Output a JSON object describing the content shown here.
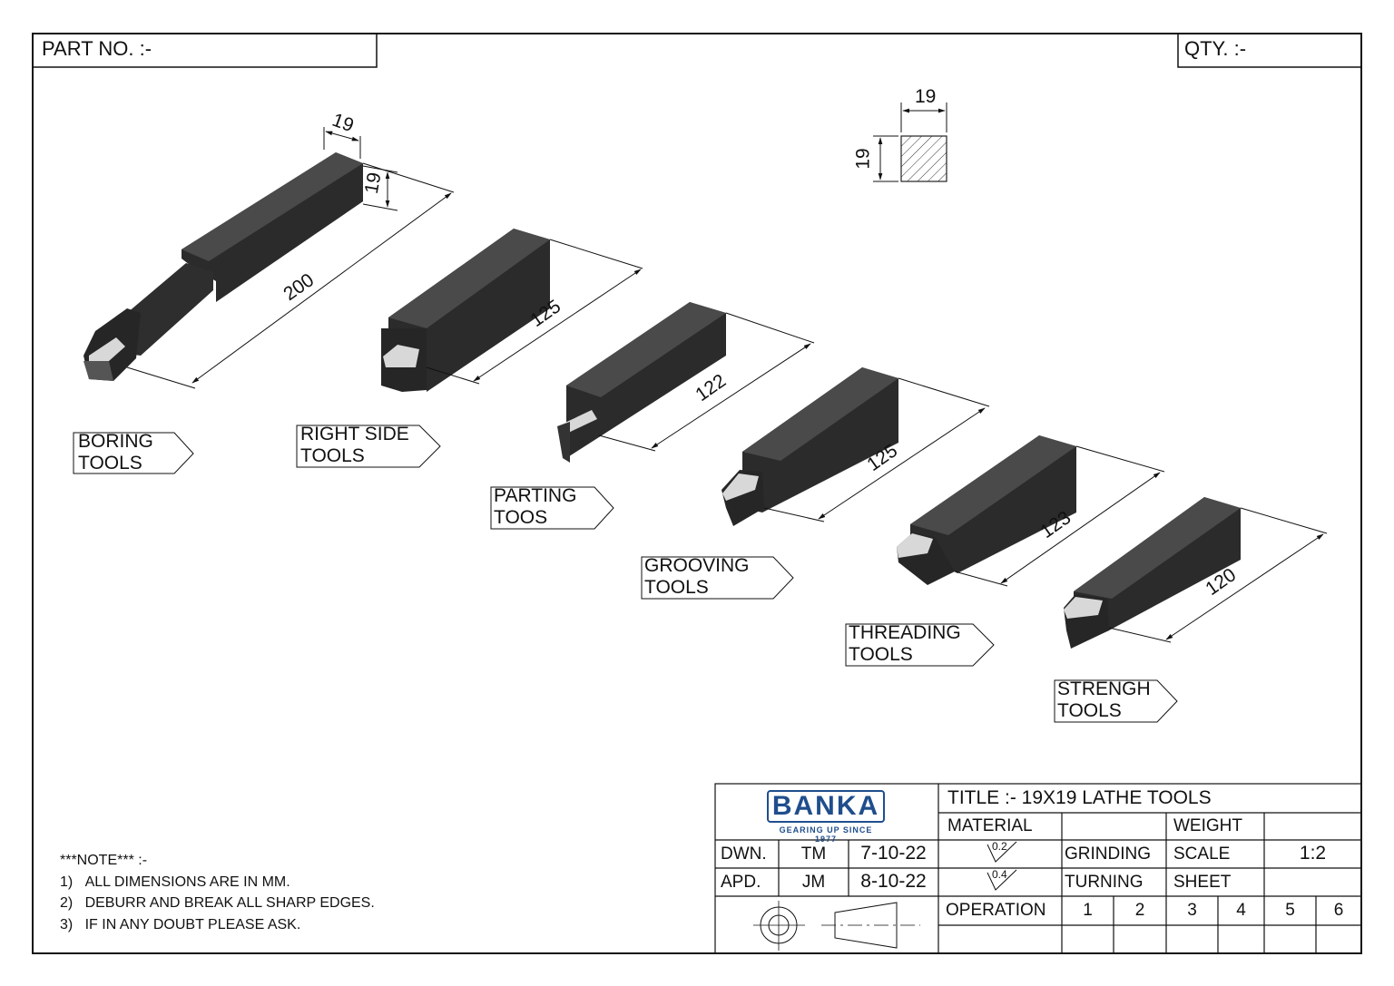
{
  "header": {
    "part_no_label": "PART NO. :-",
    "qty_label": "QTY.  :-"
  },
  "section": {
    "side": "19",
    "height": "19"
  },
  "tools": [
    {
      "id": "boring",
      "line1": "BORING",
      "line2": "TOOLS",
      "length": "200",
      "width": "19",
      "height": "19"
    },
    {
      "id": "right-side",
      "line1": "RIGHT SIDE",
      "line2": "TOOLS",
      "length": "125"
    },
    {
      "id": "parting",
      "line1": "PARTING",
      "line2": "TOOS",
      "length": "122"
    },
    {
      "id": "grooving",
      "line1": "GROOVING",
      "line2": "TOOLS",
      "length": "125"
    },
    {
      "id": "threading",
      "line1": "THREADING",
      "line2": "TOOLS",
      "length": "123"
    },
    {
      "id": "strength",
      "line1": "STRENGH",
      "line2": "TOOLS",
      "length": "120"
    }
  ],
  "notes": {
    "heading": "***NOTE*** :-",
    "items": [
      {
        "num": "1)",
        "text": "ALL DIMENSIONS ARE IN MM."
      },
      {
        "num": "2)",
        "text": "DEBURR AND BREAK ALL SHARP EDGES."
      },
      {
        "num": "3)",
        "text": "IF IN ANY DOUBT  PLEASE  ASK."
      }
    ]
  },
  "title_block": {
    "logo": {
      "name": "BANKA",
      "tagline": "GEARING UP SINCE 1977",
      "color": "#1f4e8c"
    },
    "title": "TITLE :-  19X19 LATHE TOOLS",
    "material_label": "MATERIAL",
    "weight_label": "WEIGHT",
    "dwn_label": "DWN.",
    "dwn_by": "TM",
    "dwn_date": "7-10-22",
    "apd_label": "APD.",
    "apd_by": "JM",
    "apd_date": "8-10-22",
    "roughness_1": "0.2",
    "roughness_2": "0.4",
    "grinding_label": "GRINDING",
    "turning_label": "TURNING",
    "scale_label": "SCALE",
    "scale_value": "1:2",
    "sheet_label": "SHEET",
    "operation_label": "OPERATION",
    "operations": [
      "1",
      "2",
      "3",
      "4",
      "5",
      "6"
    ]
  }
}
